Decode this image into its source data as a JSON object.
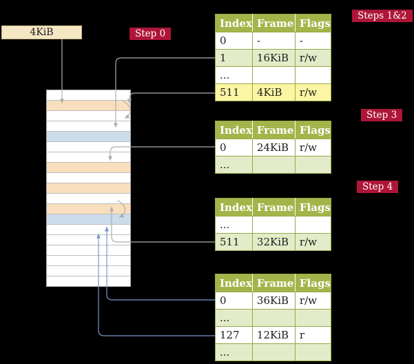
{
  "colors": {
    "background": "#000000",
    "badge_bg": "#ae1538",
    "badge_text": "#ffffff",
    "table_header_bg": "#a3b54a",
    "table_border": "#97a747",
    "table_row_alt": "#e3ecc9",
    "table_row_highlight": "#fcf6a4",
    "frame_box_bg": "#f5e7c4",
    "memory_white": "#ffffff",
    "memory_peach": "#f9dfbe",
    "memory_blue": "#ccdceb",
    "arrow_gray": "#adadad",
    "arrow_blue": "#7897c8"
  },
  "frame_box": {
    "label": "4KiB"
  },
  "badges": [
    {
      "label": "Step 0"
    },
    {
      "label": "Steps 1&2"
    },
    {
      "label": "Step 3"
    },
    {
      "label": "Step 4"
    }
  ],
  "tables": [
    {
      "headers": [
        "Index",
        "Frame",
        "Flags"
      ],
      "rows": [
        {
          "index": "0",
          "frame": "-",
          "flags": "-",
          "style": "plain"
        },
        {
          "index": "1",
          "frame": "16KiB",
          "flags": "r/w",
          "style": "alt"
        },
        {
          "index": "...",
          "frame": "",
          "flags": "",
          "style": "plain"
        },
        {
          "index": "511",
          "frame": "4KiB",
          "flags": "r/w",
          "style": "highlight"
        }
      ]
    },
    {
      "headers": [
        "Index",
        "Frame",
        "Flags"
      ],
      "rows": [
        {
          "index": "0",
          "frame": "24KiB",
          "flags": "r/w",
          "style": "plain"
        },
        {
          "index": "...",
          "frame": "",
          "flags": "",
          "style": "alt"
        }
      ]
    },
    {
      "headers": [
        "Index",
        "Frame",
        "Flags"
      ],
      "rows": [
        {
          "index": "...",
          "frame": "",
          "flags": "",
          "style": "plain"
        },
        {
          "index": "511",
          "frame": "32KiB",
          "flags": "r/w",
          "style": "alt"
        }
      ]
    },
    {
      "headers": [
        "Index",
        "Frame",
        "Flags"
      ],
      "rows": [
        {
          "index": "0",
          "frame": "36KiB",
          "flags": "r/w",
          "style": "plain"
        },
        {
          "index": "...",
          "frame": "",
          "flags": "",
          "style": "alt"
        },
        {
          "index": "127",
          "frame": "12KiB",
          "flags": "r",
          "style": "plain"
        },
        {
          "index": "...",
          "frame": "",
          "flags": "",
          "style": "alt"
        }
      ]
    }
  ],
  "memory": {
    "pattern": [
      "white",
      "peach",
      "white",
      "white",
      "blue",
      "white",
      "white",
      "peach",
      "white",
      "peach",
      "white",
      "peach",
      "blue",
      "white",
      "white",
      "white",
      "white",
      "white",
      "white"
    ]
  }
}
